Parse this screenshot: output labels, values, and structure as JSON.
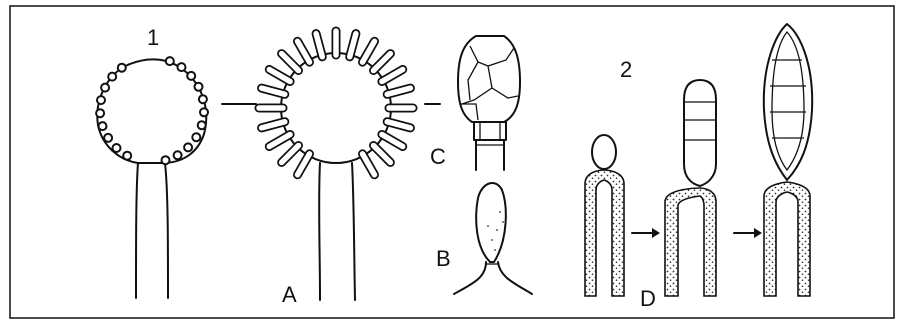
{
  "labels": {
    "number_1": "1",
    "number_2": "2",
    "A": "A",
    "B": "B",
    "C": "C",
    "D": "D"
  },
  "colors": {
    "ink": "#111111",
    "paper": "#ffffff"
  }
}
